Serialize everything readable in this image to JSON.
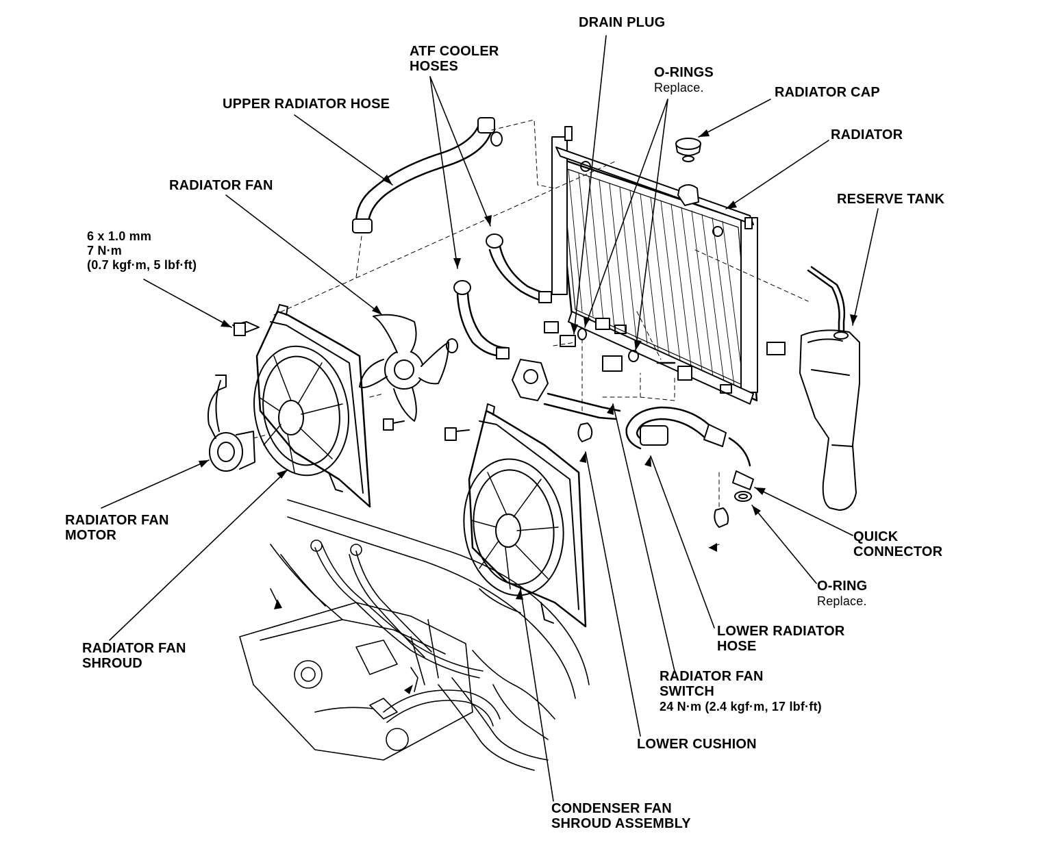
{
  "labels": {
    "drain_plug": "DRAIN PLUG",
    "atf_cooler_hoses": [
      "ATF COOLER",
      "HOSES"
    ],
    "o_rings": "O-RINGS",
    "o_rings_note": "Replace.",
    "radiator_cap": "RADIATOR CAP",
    "upper_radiator_hose": "UPPER RADIATOR HOSE",
    "radiator": "RADIATOR",
    "radiator_fan": "RADIATOR FAN",
    "reserve_tank": "RESERVE TANK",
    "bolt_spec": [
      "6 x 1.0 mm",
      "7 N·m",
      "(0.7 kgf·m, 5 lbf·ft)"
    ],
    "radiator_fan_motor": [
      "RADIATOR FAN",
      "MOTOR"
    ],
    "quick_connector": [
      "QUICK",
      "CONNECTOR"
    ],
    "o_ring": "O-RING",
    "o_ring_note": "Replace.",
    "radiator_fan_shroud": [
      "RADIATOR FAN",
      "SHROUD"
    ],
    "lower_radiator_hose": [
      "LOWER RADIATOR",
      "HOSE"
    ],
    "radiator_fan_switch": [
      "RADIATOR FAN",
      "SWITCH",
      "24 N·m (2.4 kgf·m, 17 lbf·ft)"
    ],
    "lower_cushion": "LOWER CUSHION",
    "condenser_fan_shroud_assembly": [
      "CONDENSER FAN",
      "SHROUD ASSEMBLY"
    ]
  },
  "colors": {
    "ink": "#000000",
    "paper": "#ffffff"
  }
}
